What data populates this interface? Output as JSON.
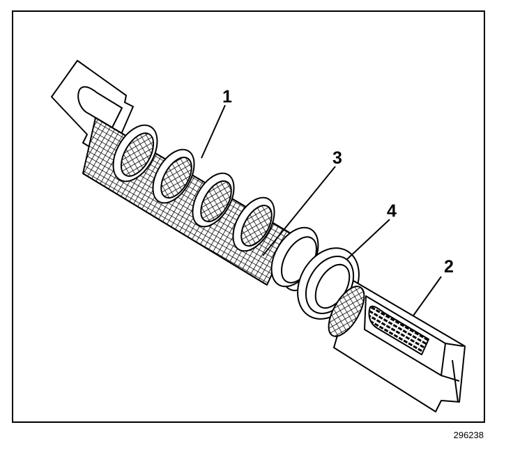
{
  "figure": {
    "id": "296238",
    "callouts": [
      "1",
      "2",
      "3",
      "4"
    ]
  },
  "colors": {
    "ink": "#000000",
    "paper": "#ffffff"
  },
  "icons": {
    "part": "orifice-tube-assembly"
  }
}
